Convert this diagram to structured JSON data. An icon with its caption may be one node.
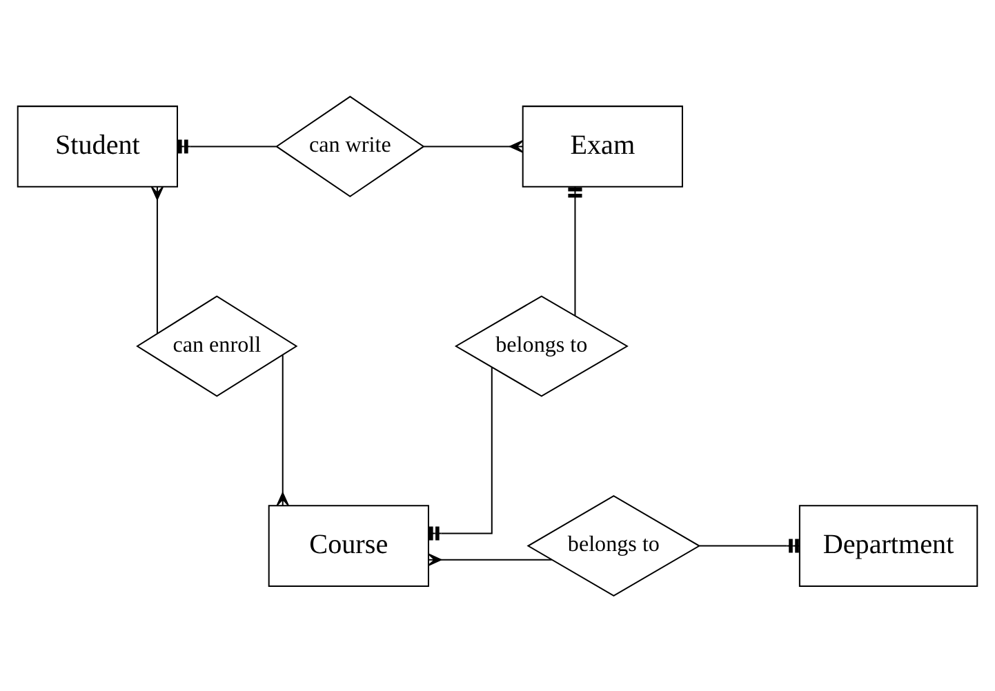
{
  "diagram": {
    "nodes": [
      {
        "text": [
          "Student"
        ]
      },
      {
        "text": [
          "can write"
        ]
      },
      {
        "text": [
          "Exam"
        ]
      },
      {
        "text": [
          "can enroll"
        ]
      },
      {
        "text": [
          "belongs to"
        ]
      },
      {
        "text": [
          "Course"
        ]
      },
      {
        "text": [
          "belongs to"
        ]
      },
      {
        "text": [
          "Department"
        ]
      }
    ],
    "edges": [
      {
        "from": 0,
        "to": 1,
        "arrow": "other"
      },
      {
        "from": 1,
        "to": 2,
        "arrow": "other"
      },
      {
        "from": 0,
        "to": 3,
        "arrow": "other"
      },
      {
        "from": 2,
        "to": 4,
        "arrow": "other"
      },
      {
        "from": 3,
        "to": 5,
        "arrow": "other"
      },
      {
        "from": 4,
        "to": 5,
        "arrow": "other"
      },
      {
        "from": 5,
        "to": 6,
        "arrow": "other"
      },
      {
        "from": 6,
        "to": 7,
        "arrow": "other"
      }
    ]
  }
}
